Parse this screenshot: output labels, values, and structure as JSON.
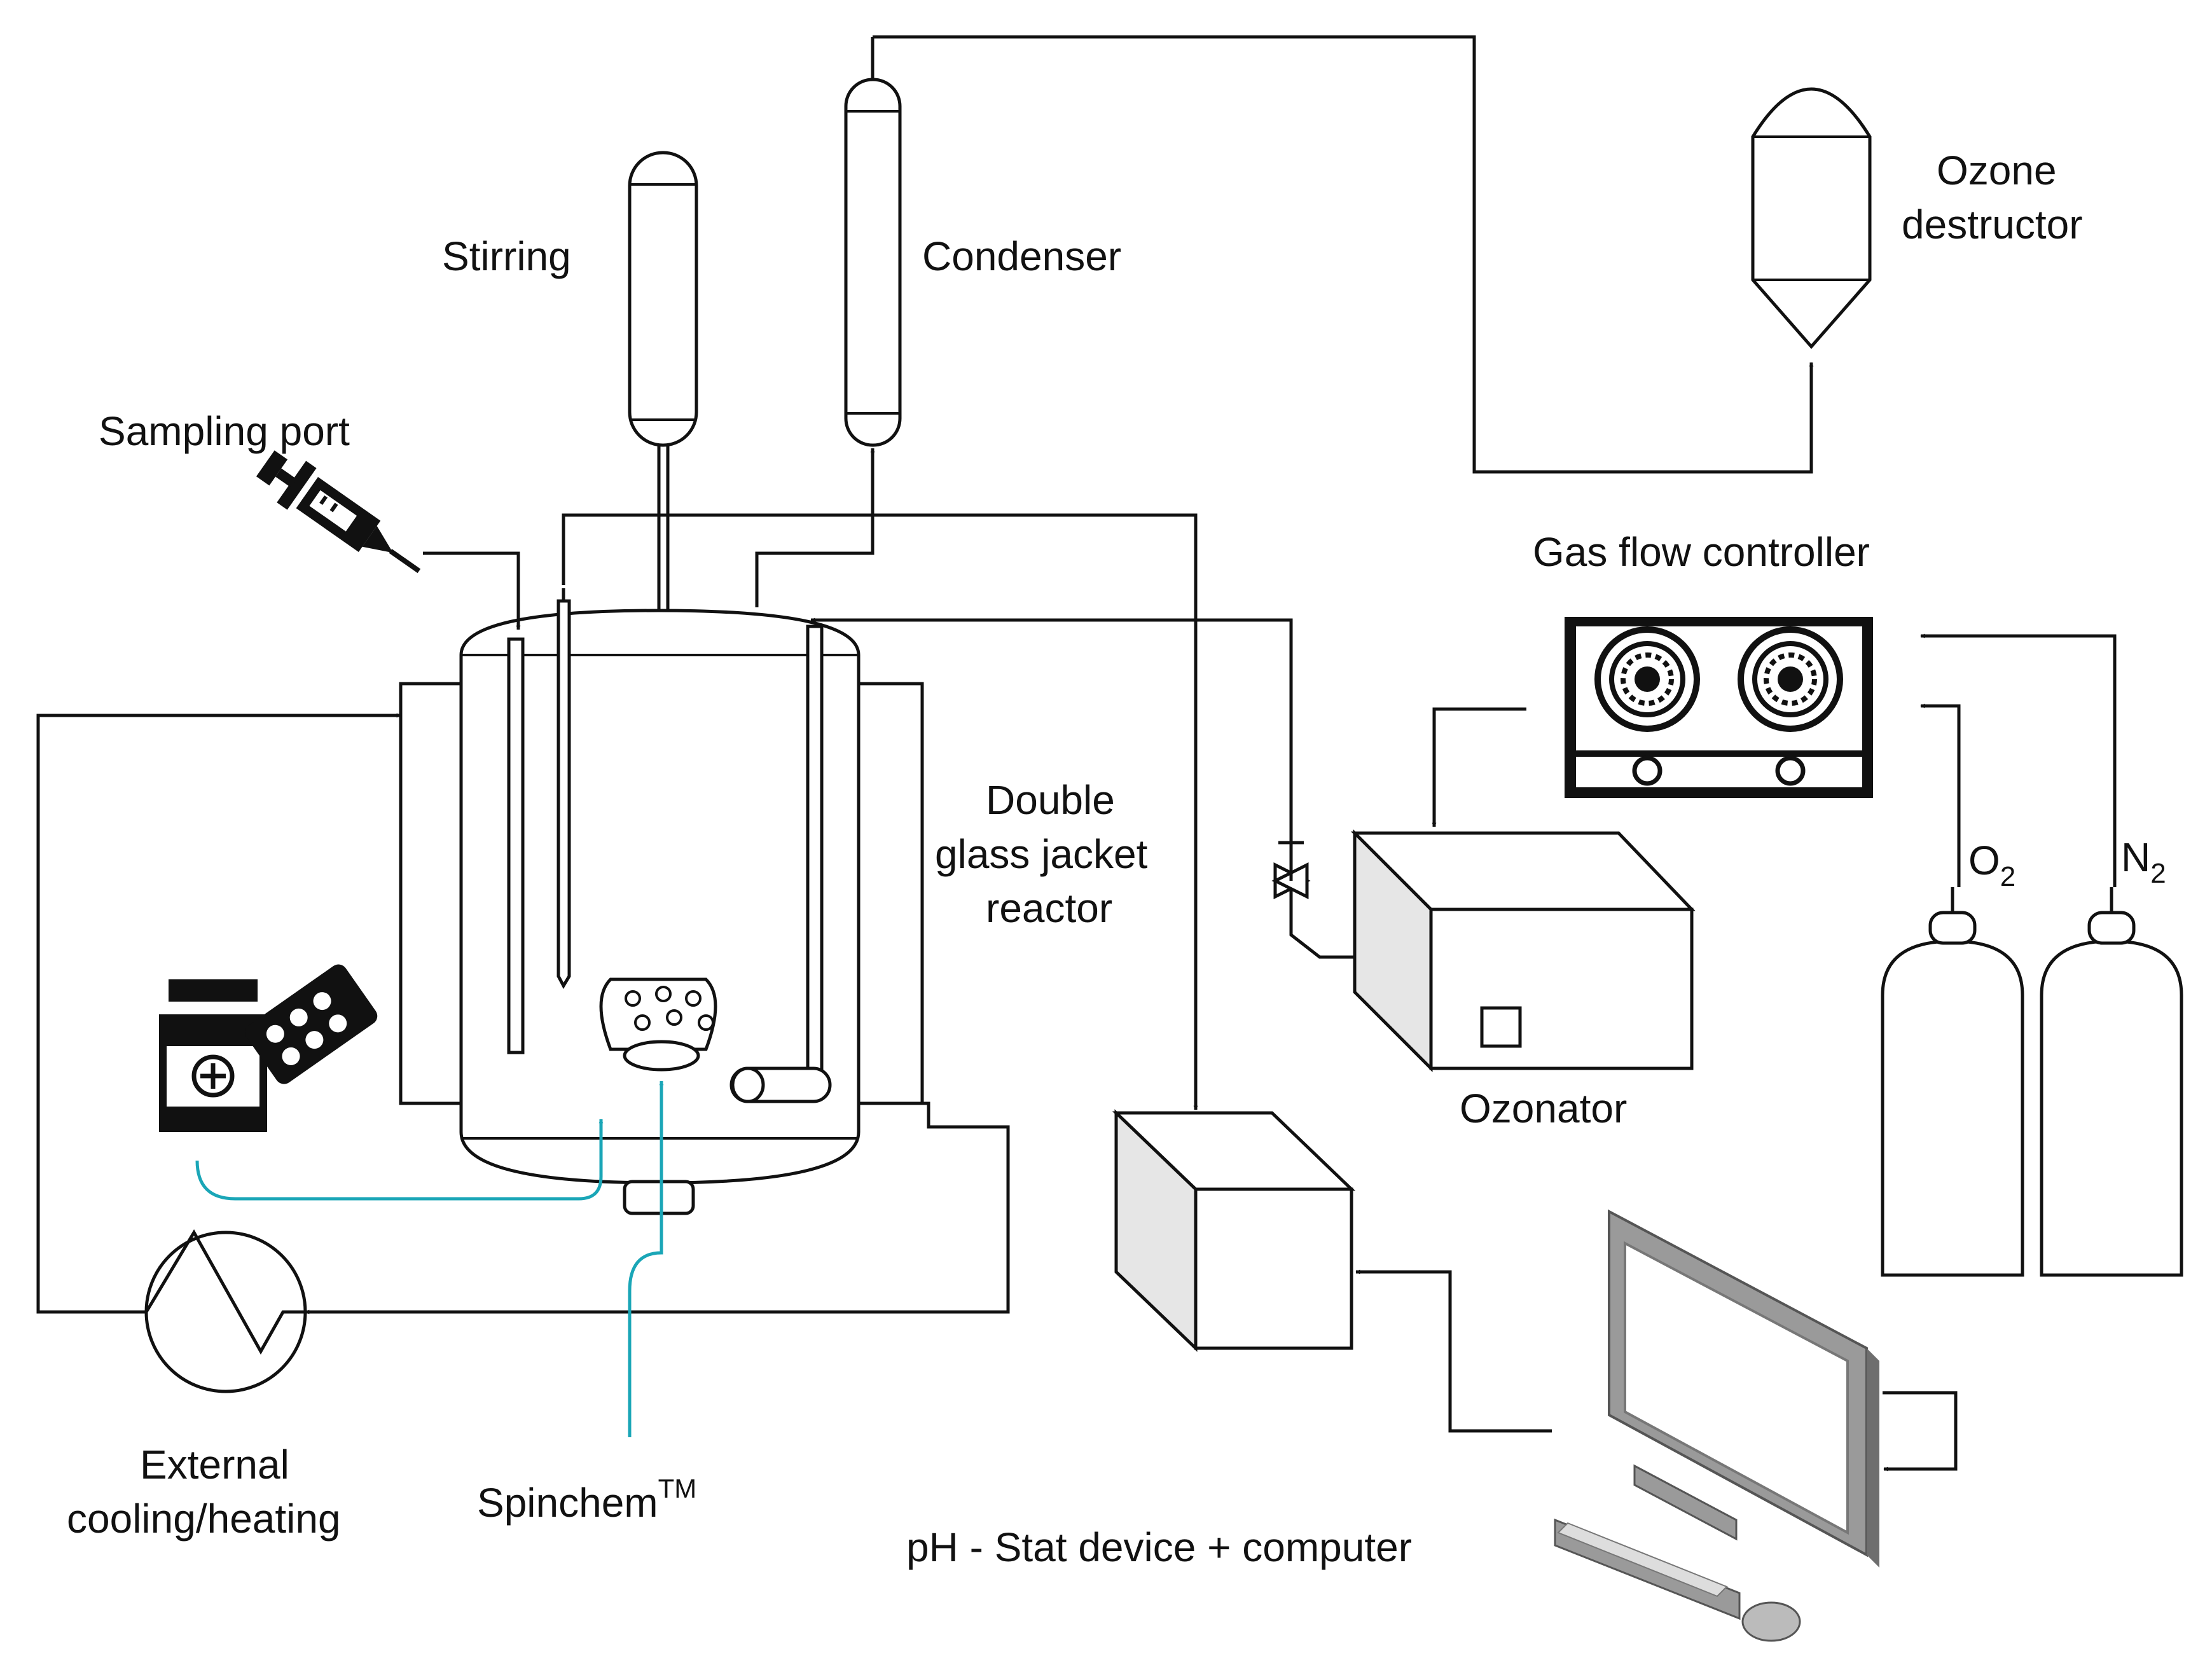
{
  "labels": {
    "stirring": "Stirring",
    "condenser": "Condenser",
    "ozone_destructor_line1": "Ozone",
    "ozone_destructor_line2": "destructor",
    "sampling_port": "Sampling port",
    "gas_flow_controller": "Gas flow controller",
    "reactor_line1": "Double",
    "reactor_line2": "glass jacket",
    "reactor_line3": "reactor",
    "ozonator": "Ozonator",
    "o2_main": "O",
    "o2_sub": "2",
    "n2_main": "N",
    "n2_sub": "2",
    "external_line1": "External",
    "external_line2": "cooling/heating",
    "spinchem_main": "Spinchem",
    "spinchem_sup": "TM",
    "ph_stat": "pH - Stat device + computer"
  },
  "colors": {
    "line": "#111111",
    "accent_flow": "#1aa6b7",
    "monitor_grey": "#9a9a9a",
    "box_side": "#e6e6e6"
  },
  "icons": [
    "syringe-icon",
    "medicine-bottle-icon",
    "pill-blister-icon",
    "desktop-computer-icon",
    "gas-burner-icon",
    "heat-exchanger-icon",
    "valve-icon"
  ]
}
